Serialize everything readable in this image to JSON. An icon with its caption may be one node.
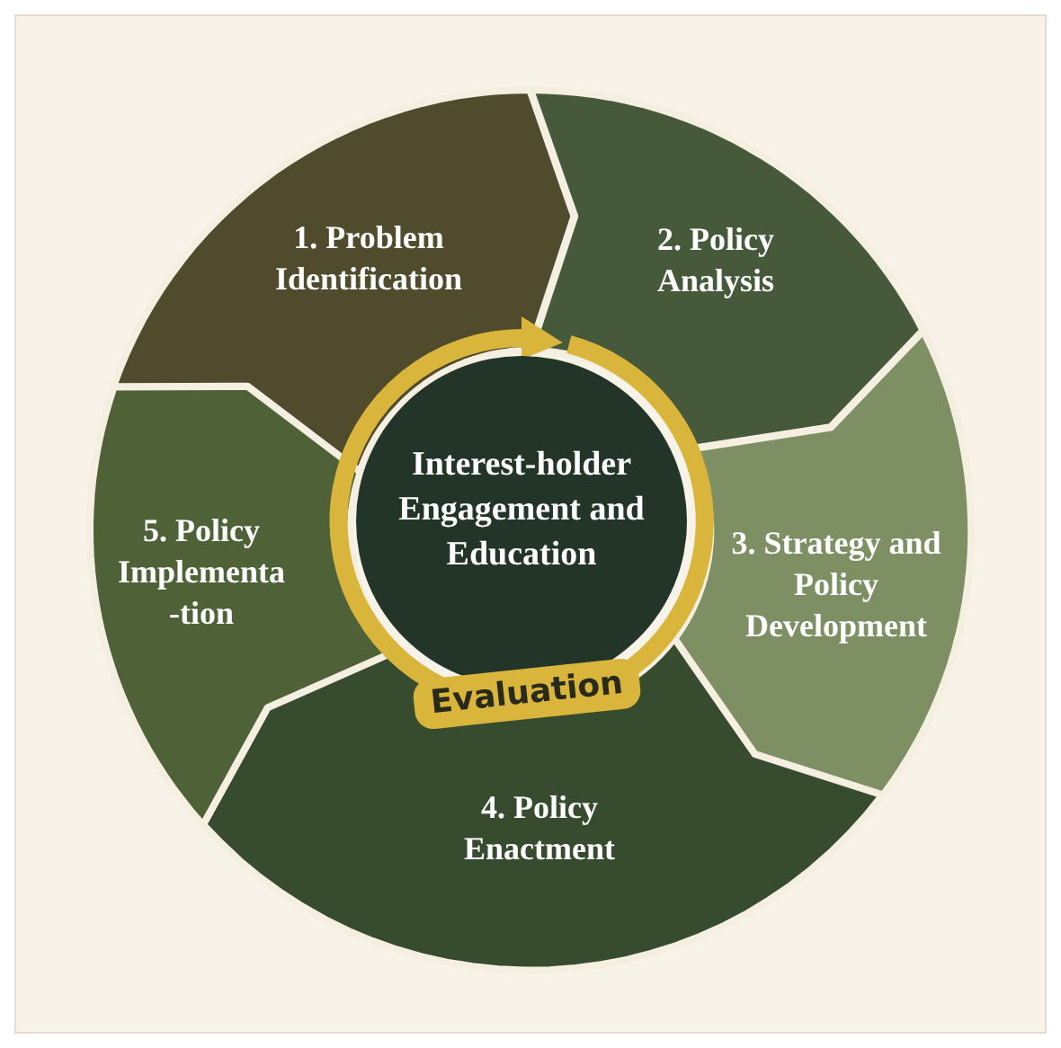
{
  "diagram": {
    "nodes": [
      {
        "text": [
          "1. Problem Identification"
        ]
      },
      {
        "text": [
          "2. Policy Analysis"
        ]
      },
      {
        "text": [
          "3. Strategy and Policy Development"
        ]
      },
      {
        "text": [
          "4. Policy Enactment"
        ]
      },
      {
        "text": [
          "5. Policy Implementa -tion"
        ]
      },
      {
        "text": [
          "Interest-holder Engagement and Education"
        ]
      }
    ],
    "labels": [
      "Evaluation"
    ]
  }
}
